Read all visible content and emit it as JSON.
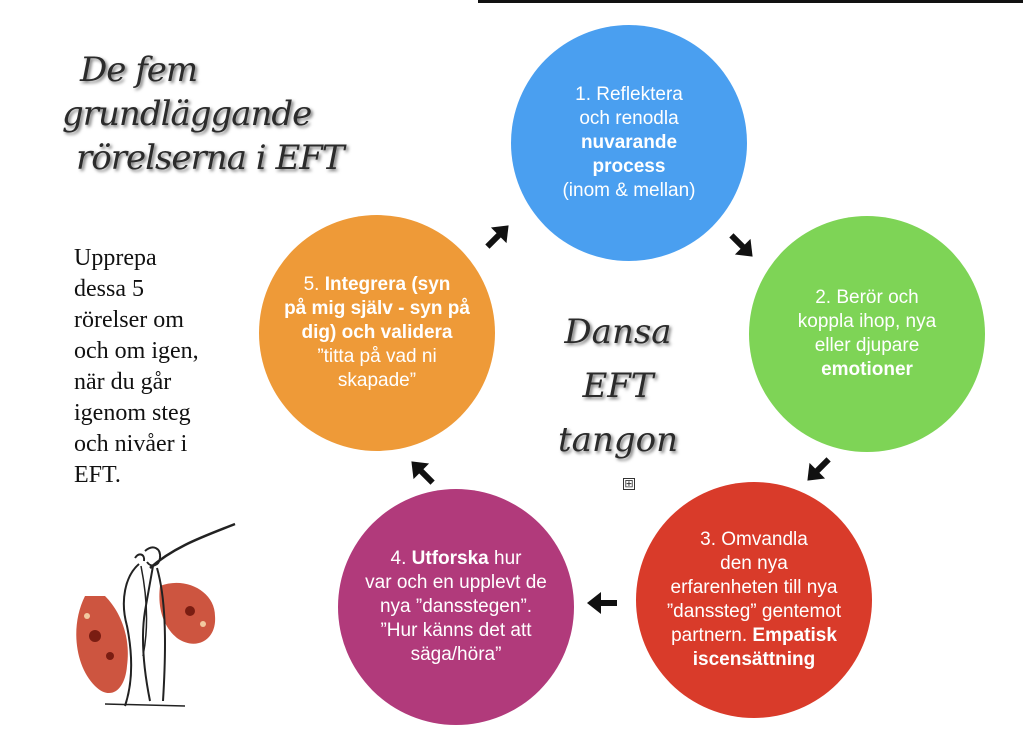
{
  "title_lines": [
    "De fem",
    "grundläggande",
    "rörelserna i EFT"
  ],
  "repeat_text_lines": [
    "Upprepa",
    "dessa 5",
    "rörelser om",
    "och om igen,",
    "när du går",
    "igenom steg",
    "och nivåer i",
    "EFT."
  ],
  "center_lines": [
    "Dansa",
    "EFT",
    "tangon"
  ],
  "expand_glyph": "⊞",
  "steps": [
    {
      "color": "#4a9ff0",
      "lines": [
        {
          "parts": [
            {
              "text": "1. Reflektera",
              "bold": false
            }
          ]
        },
        {
          "parts": [
            {
              "text": "och renodla",
              "bold": false
            }
          ]
        },
        {
          "parts": [
            {
              "text": "nuvarande",
              "bold": true
            }
          ]
        },
        {
          "parts": [
            {
              "text": "process",
              "bold": true
            }
          ]
        },
        {
          "parts": [
            {
              "text": "(inom & mellan)",
              "bold": false
            }
          ]
        }
      ]
    },
    {
      "color": "#7ed456",
      "lines": [
        {
          "parts": [
            {
              "text": "2. Berör och",
              "bold": false
            }
          ]
        },
        {
          "parts": [
            {
              "text": "koppla ihop, nya",
              "bold": false
            }
          ]
        },
        {
          "parts": [
            {
              "text": "eller djupare",
              "bold": false
            }
          ]
        },
        {
          "parts": [
            {
              "text": "emotioner",
              "bold": true
            }
          ]
        }
      ]
    },
    {
      "color": "#d93b2a",
      "lines": [
        {
          "parts": [
            {
              "text": "3. Omvandla",
              "bold": false
            }
          ]
        },
        {
          "parts": [
            {
              "text": "den nya",
              "bold": false
            }
          ]
        },
        {
          "parts": [
            {
              "text": "erfarenheten till nya",
              "bold": false
            }
          ]
        },
        {
          "parts": [
            {
              "text": "”dans­steg” gentemot",
              "bold": false
            }
          ]
        },
        {
          "parts": [
            {
              "text": "partnern. ",
              "bold": false
            },
            {
              "text": "Empatisk",
              "bold": true
            }
          ]
        },
        {
          "parts": [
            {
              "text": "iscensättning",
              "bold": true
            }
          ]
        }
      ]
    },
    {
      "color": "#b13a7b",
      "lines": [
        {
          "parts": [
            {
              "text": "4. ",
              "bold": false
            },
            {
              "text": "Utforska",
              "bold": true
            },
            {
              "text": " hur",
              "bold": false
            }
          ]
        },
        {
          "parts": [
            {
              "text": "var och en upplevt de",
              "bold": false
            }
          ]
        },
        {
          "parts": [
            {
              "text": "nya ”dansstegen”.",
              "bold": false
            }
          ]
        },
        {
          "parts": [
            {
              "text": "”Hur känns det att",
              "bold": false
            }
          ]
        },
        {
          "parts": [
            {
              "text": "säga/höra”",
              "bold": false
            }
          ]
        }
      ]
    },
    {
      "color": "#ee9a38",
      "lines": [
        {
          "parts": [
            {
              "text": "5. ",
              "bold": false
            },
            {
              "text": "Integrera (syn",
              "bold": true
            }
          ]
        },
        {
          "parts": [
            {
              "text": "på mig själv - syn på",
              "bold": true
            }
          ]
        },
        {
          "parts": [
            {
              "text": "dig) och validera",
              "bold": true
            }
          ]
        },
        {
          "parts": [
            {
              "text": "”titta på vad ni",
              "bold": false
            }
          ]
        },
        {
          "parts": [
            {
              "text": "skapade”",
              "bold": false
            }
          ]
        }
      ]
    }
  ]
}
